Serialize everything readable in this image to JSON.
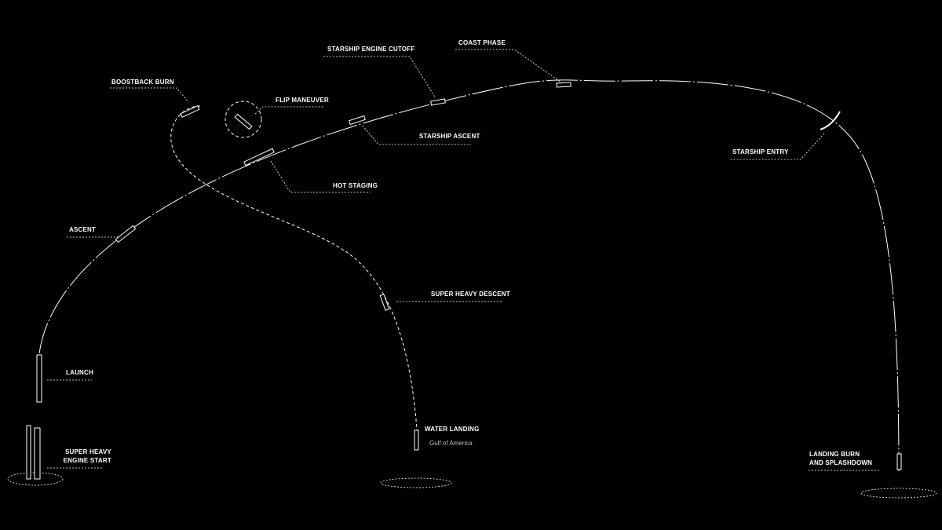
{
  "labels": {
    "boostback_burn": "BOOSTBACK BURN",
    "flip_maneuver": "FLIP MANEUVER",
    "starship_engine_cutoff": "STARSHIP ENGINE CUTOFF",
    "coast_phase": "COAST PHASE",
    "starship_ascent": "STARSHIP ASCENT",
    "hot_staging": "HOT STAGING",
    "starship_entry": "STARSHIP ENTRY",
    "ascent": "ASCENT",
    "super_heavy_descent": "SUPER HEAVY DESCENT",
    "launch": "LAUNCH",
    "engine_start_line1": "SUPER HEAVY",
    "engine_start_line2": "ENGINE START",
    "water_landing": "WATER LANDING",
    "water_landing_location": "Gulf of America",
    "splashdown_line1": "LANDING BURN",
    "splashdown_line2": "AND SPLASHDOWN"
  },
  "colors": {
    "background": "#000000",
    "line": "#ffffff",
    "secondary_text": "#bbbbbb"
  }
}
